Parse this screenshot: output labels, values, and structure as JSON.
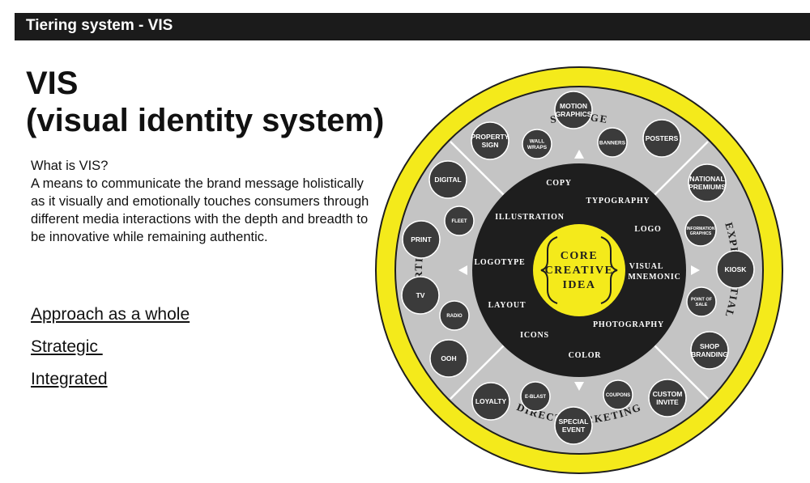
{
  "header": {
    "title": "Tiering system - VIS"
  },
  "main_title": {
    "line1": "VIS",
    "line2": "(visual identity system)"
  },
  "description": {
    "question": "What is VIS?",
    "body": "A means to communicate the brand message holistically as it visually and emotionally touches consumers through different media interactions with the depth and breadth to be innovative while remaining authentic."
  },
  "links": [
    {
      "label": "Approach as a whole"
    },
    {
      "label": "Strategic "
    },
    {
      "label": "Integrated"
    }
  ],
  "diagram": {
    "colors": {
      "ring": "#f4ea1b",
      "middle": "#c4c4c4",
      "inner": "#1e1e1e",
      "bubble": "#3b3b3b",
      "core": "#f4ea1b"
    },
    "core": {
      "line1": "CORE",
      "line2": "CREATIVE",
      "line3": "IDEA"
    },
    "ring_labels": {
      "signage": "SIGNAGE",
      "experiential": "EXPERIENTIAL",
      "direct_marketing": "DIRECT MARKETING",
      "advertising": "ADVERTISING"
    },
    "inner_labels": {
      "copy": "COPY",
      "typography": "TYPOGRAPHY",
      "illustration": "ILLUSTRATION",
      "logo": "LOGO",
      "logotype": "LOGOTYPE",
      "visual": "VISUAL",
      "mnemonic": "MNEMONIC",
      "layout": "LAYOUT",
      "photography": "PHOTOGRAPHY",
      "icons": "ICONS",
      "color": "COLOR"
    },
    "bubbles": {
      "motion_graphics": [
        "MOTION",
        "GRAPHICS"
      ],
      "property_sign": [
        "PROPERTY",
        "SIGN"
      ],
      "wall_wraps": [
        "WALL",
        "WRAPS"
      ],
      "banners": [
        "BANNERS"
      ],
      "posters": [
        "POSTERS"
      ],
      "national_premiums": [
        "NATIONAL",
        "PREMIUMS"
      ],
      "information_graphics": [
        "INFORMATION",
        "GRAPHICS"
      ],
      "kiosk": [
        "KIOSK"
      ],
      "point_of_sale": [
        "POINT OF",
        "SALE"
      ],
      "shop_branding": [
        "SHOP",
        "BRANDING"
      ],
      "custom_invite": [
        "CUSTOM",
        "INVITE"
      ],
      "coupons": [
        "COUPONS"
      ],
      "special_event": [
        "SPECIAL",
        "EVENT"
      ],
      "e_blast": [
        "E-BLAST"
      ],
      "loyalty": [
        "LOYALTY"
      ],
      "ooh": [
        "OOH"
      ],
      "radio": [
        "RADIO"
      ],
      "tv": [
        "TV"
      ],
      "print": [
        "PRINT"
      ],
      "fleet": [
        "FLEET"
      ],
      "digital": [
        "DIGITAL"
      ]
    }
  }
}
